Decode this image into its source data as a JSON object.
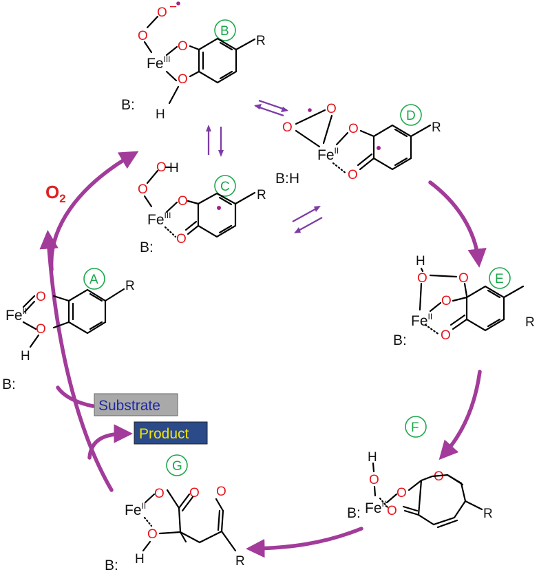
{
  "labels": {
    "A": "A",
    "B": "B",
    "C": "C",
    "D": "D",
    "E": "E",
    "F": "F",
    "G": "G"
  },
  "atoms": {
    "O": "O",
    "H": "H",
    "R": "R",
    "Fe": "Fe",
    "fe_ii": "II",
    "fe_iii": "III",
    "minus": "−",
    "base": "B:",
    "base_h": "B:H"
  },
  "reagent": {
    "main": "O",
    "subscript": "2"
  },
  "tags": {
    "substrate": "Substrate",
    "product": "Product"
  },
  "colors": {
    "cycle_arrow": "#a23b9a",
    "equilibrium_arrow": "#7d3ca5",
    "radical_dot": "#a3208f",
    "label_green": "#1aa84a",
    "oxygen_red": "#e8161c",
    "o2_red": "#e02020",
    "substrate_box": "#a9a9a9",
    "substrate_text": "#1f2aa0",
    "product_box": "#2b4a8a",
    "product_text": "#f5e600"
  }
}
